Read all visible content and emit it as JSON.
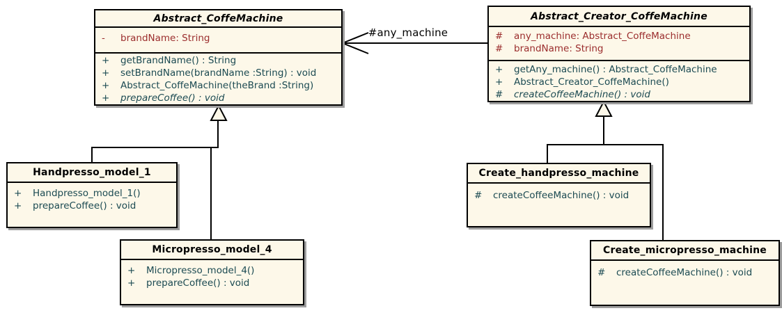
{
  "diagram": {
    "kind": "uml-class-diagram",
    "colors": {
      "box_fill": "#FDF8E9",
      "box_border": "#000000",
      "attribute_text": "#9B2D2D",
      "method_text": "#1B4A52",
      "shadow": "#9E9E9E",
      "label_text": "#000000"
    },
    "classes": [
      {
        "name": "Abstract_CoffeMachine",
        "abstract": true,
        "attributes": [
          {
            "visibility": "-",
            "signature": "brandName: String"
          }
        ],
        "methods": [
          {
            "visibility": "+",
            "signature": "getBrandName() : String",
            "abstract": false
          },
          {
            "visibility": "+",
            "signature": "setBrandName(brandName :String) : void",
            "abstract": false
          },
          {
            "visibility": "+",
            "signature": "Abstract_CoffeMachine(theBrand :String)",
            "abstract": false
          },
          {
            "visibility": "+",
            "signature": "prepareCoffee() : void",
            "abstract": true
          }
        ]
      },
      {
        "name": "Abstract_Creator_CoffeMachine",
        "abstract": true,
        "attributes": [
          {
            "visibility": "#",
            "signature": "any_machine: Abstract_CoffeMachine"
          },
          {
            "visibility": "#",
            "signature": "brandName: String"
          }
        ],
        "methods": [
          {
            "visibility": "+",
            "signature": "getAny_machine() : Abstract_CoffeMachine",
            "abstract": false
          },
          {
            "visibility": "+",
            "signature": "Abstract_Creator_CoffeMachine()",
            "abstract": false
          },
          {
            "visibility": "#",
            "signature": "createCoffeeMachine() : void",
            "abstract": true
          }
        ]
      },
      {
        "name": "Handpresso_model_1",
        "abstract": false,
        "attributes": [],
        "methods": [
          {
            "visibility": "+",
            "signature": "Handpresso_model_1()",
            "abstract": false
          },
          {
            "visibility": "+",
            "signature": "prepareCoffee() : void",
            "abstract": false
          }
        ]
      },
      {
        "name": "Micropresso_model_4",
        "abstract": false,
        "attributes": [],
        "methods": [
          {
            "visibility": "+",
            "signature": "Micropresso_model_4()",
            "abstract": false
          },
          {
            "visibility": "+",
            "signature": "prepareCoffee() : void",
            "abstract": false
          }
        ]
      },
      {
        "name": "Create_handpresso_machine",
        "abstract": false,
        "attributes": [],
        "methods": [
          {
            "visibility": "#",
            "signature": "createCoffeeMachine() : void",
            "abstract": false
          }
        ]
      },
      {
        "name": "Create_micropresso_machine",
        "abstract": false,
        "attributes": [],
        "methods": [
          {
            "visibility": "#",
            "signature": "createCoffeeMachine() : void",
            "abstract": false
          }
        ]
      }
    ],
    "relationships": {
      "association": {
        "label": "#any_machine",
        "from": "Abstract_Creator_CoffeMachine",
        "to": "Abstract_CoffeMachine",
        "type": "directed-association"
      },
      "generalizations": [
        {
          "from": "Handpresso_model_1",
          "to": "Abstract_CoffeMachine"
        },
        {
          "from": "Micropresso_model_4",
          "to": "Abstract_CoffeMachine"
        },
        {
          "from": "Create_handpresso_machine",
          "to": "Abstract_Creator_CoffeMachine"
        },
        {
          "from": "Create_micropresso_machine",
          "to": "Abstract_Creator_CoffeMachine"
        }
      ]
    }
  }
}
